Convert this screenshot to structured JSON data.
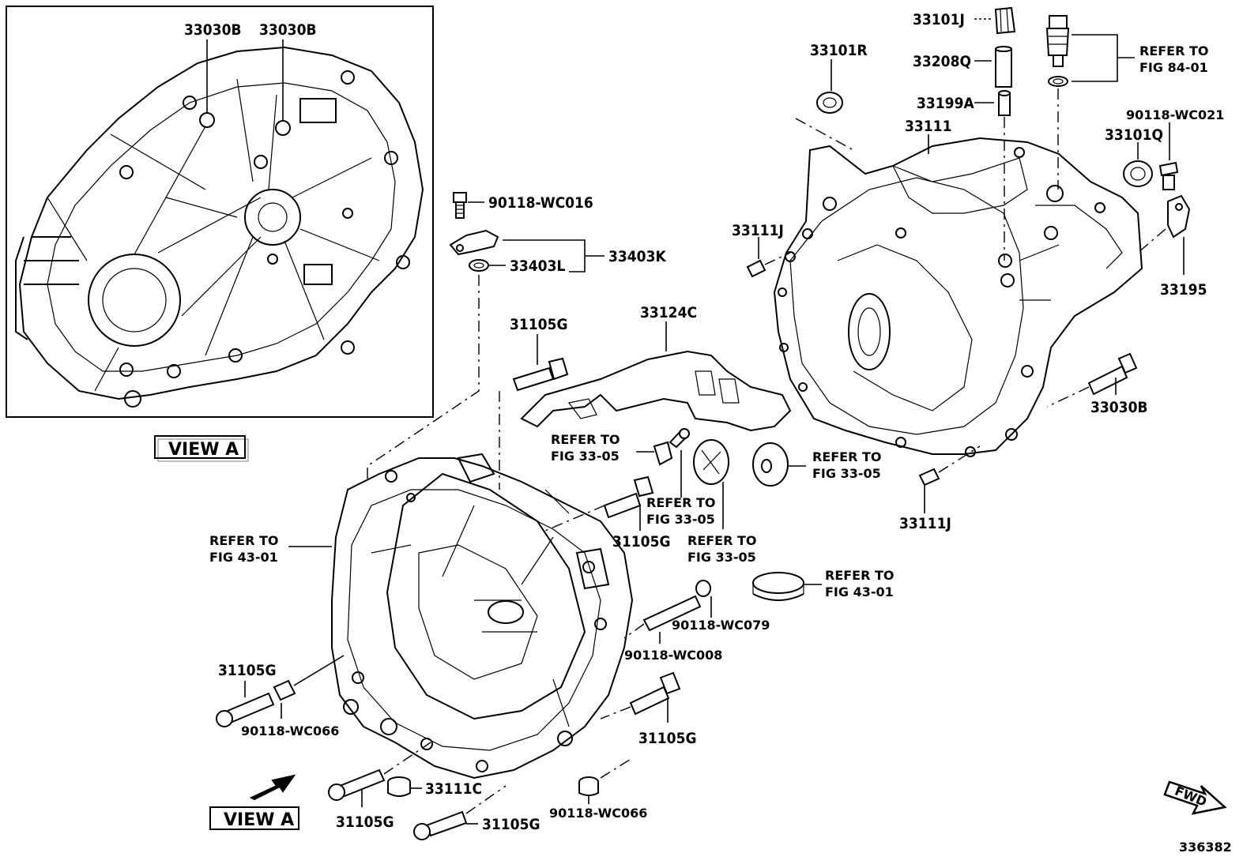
{
  "diagram_id": "336382",
  "view_labels": {
    "view_a_inset": "VIEW A",
    "view_a_arrow": "VIEW A"
  },
  "fwd_label": "FWD",
  "labels": {
    "inset_33030b_left": "33030B",
    "inset_33030b_right": "33030B",
    "p90118_wc016": "90118-WC016",
    "p33403l": "33403L",
    "p33403k": "33403K",
    "p31105g_top": "31105G",
    "p33124c": "33124C",
    "p33101j": "33101J",
    "p33208q": "33208Q",
    "p33199a": "33199A",
    "p33101r": "33101R",
    "p33111": "33111",
    "p90118_wc021": "90118-WC021",
    "p33101q": "33101Q",
    "p33111j_top": "33111J",
    "p33195": "33195",
    "p33030b_right": "33030B",
    "p33111j_bottom": "33111J",
    "p31105g_mid": "31105G",
    "p90118_wc079": "90118-WC079",
    "p90118_wc008": "90118-WC008",
    "p31105g_left": "31105G",
    "p90118_wc066_left": "90118-WC066",
    "p31105g_right": "31105G",
    "p33111c": "33111C",
    "p31105g_bl": "31105G",
    "p31105g_bm": "31105G",
    "p90118_wc066_bottom": "90118-WC066"
  },
  "refer_labels": {
    "fig_84_01": {
      "line1": "REFER TO",
      "line2": "FIG 84-01"
    },
    "fig_33_05_a": {
      "line1": "REFER TO",
      "line2": "FIG 33-05"
    },
    "fig_33_05_b": {
      "line1": "REFER TO",
      "line2": "FIG 33-05"
    },
    "fig_33_05_c": {
      "line1": "REFER TO",
      "line2": "FIG 33-05"
    },
    "fig_33_05_d": {
      "line1": "REFER TO",
      "line2": "FIG 33-05"
    },
    "fig_43_01_left": {
      "line1": "REFER TO",
      "line2": "FIG 43-01"
    },
    "fig_43_01_right": {
      "line1": "REFER TO",
      "line2": "FIG 43-01"
    }
  }
}
